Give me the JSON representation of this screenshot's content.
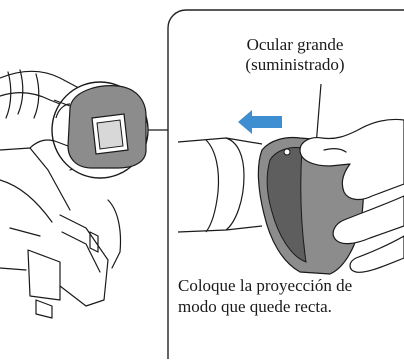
{
  "callout": {
    "label_line1": "Ocular grande",
    "label_line2": "(suministrado)"
  },
  "caption": {
    "line1": "Coloque la proyección de",
    "line2": "modo que quede recta."
  },
  "colors": {
    "ink": "#1a1a1a",
    "eyecup_fill": "#8c8c8c",
    "eyecup_dark": "#5e5e5e",
    "arrow": "#3d8fd1",
    "panel_border": "#222222"
  },
  "icons": {
    "direction": "arrow-left-icon"
  }
}
